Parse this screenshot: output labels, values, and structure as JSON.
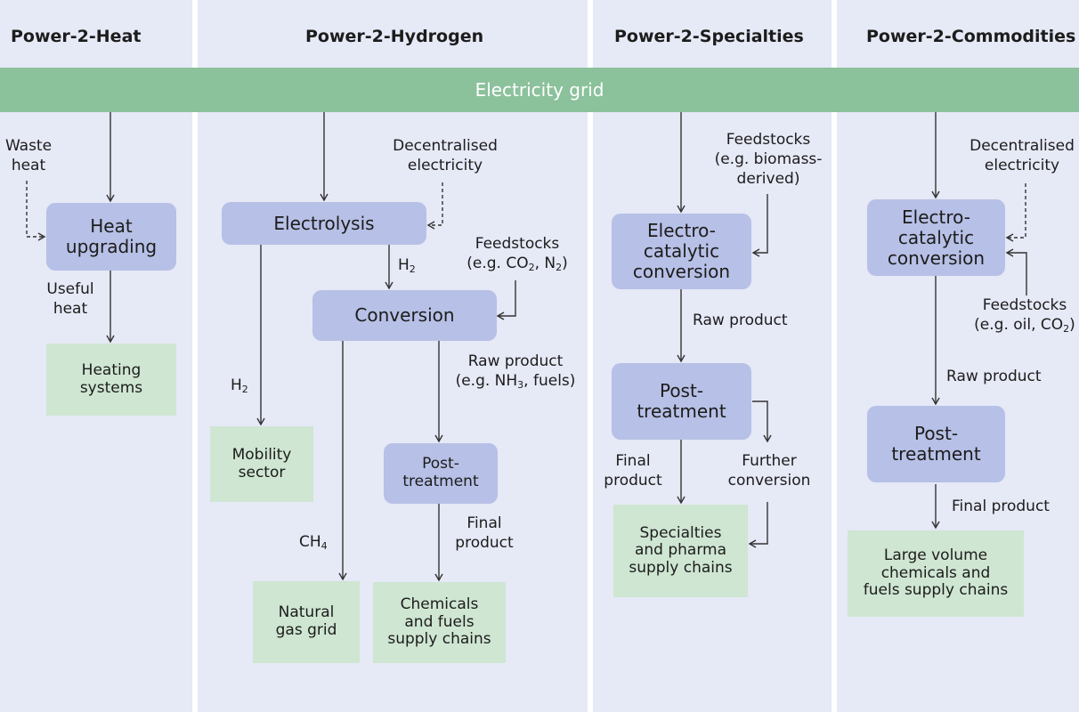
{
  "columns": {
    "heat": "Power-2-Heat",
    "hydrogen": "Power-2-Hydrogen",
    "specialties": "Power-2-Specialties",
    "commodities": "Power-2-Commodities"
  },
  "grid": "Electricity grid",
  "heat": {
    "waste_heat_1": "Waste",
    "waste_heat_2": "heat",
    "process_1": "Heat",
    "process_2": "upgrading",
    "useful_heat_1": "Useful",
    "useful_heat_2": "heat",
    "output_1": "Heating",
    "output_2": "systems"
  },
  "hydrogen": {
    "decentral_1": "Decentralised",
    "decentral_2": "electricity",
    "electrolysis": "Electrolysis",
    "h2_label": "H",
    "h2_sub": "2",
    "feed_1": "Feedstocks",
    "feed_2a": "(e.g. CO",
    "feed_2b": "2",
    "feed_2c": ", N",
    "feed_2d": "2",
    "feed_2e": ")",
    "conversion": "Conversion",
    "h2_side_label": "H",
    "h2_side_sub": "2",
    "raw_1": "Raw product",
    "raw_2a": "(e.g. NH",
    "raw_2b": "3",
    "raw_2c": ", fuels)",
    "mobility_1": "Mobility",
    "mobility_2": "sector",
    "post_1": "Post-",
    "post_2": "treatment",
    "ch4_label": "CH",
    "ch4_sub": "4",
    "final_1": "Final",
    "final_2": "product",
    "gas_1": "Natural",
    "gas_2": "gas grid",
    "chem_1": "Chemicals",
    "chem_2": "and fuels",
    "chem_3": "supply chains"
  },
  "specialties": {
    "feed_1": "Feedstocks",
    "feed_2": "(e.g. biomass-",
    "feed_3": "derived)",
    "process_1": "Electro-",
    "process_2": "catalytic",
    "process_3": "conversion",
    "raw": "Raw product",
    "post_1": "Post-",
    "post_2": "treatment",
    "final_1": "Final",
    "final_2": "product",
    "further_1": "Further",
    "further_2": "conversion",
    "output_1": "Specialties",
    "output_2": "and pharma",
    "output_3": "supply chains"
  },
  "commodities": {
    "decentral_1": "Decentralised",
    "decentral_2": "electricity",
    "process_1": "Electro-",
    "process_2": "catalytic",
    "process_3": "conversion",
    "feed_1": "Feedstocks",
    "feed_2a": "(e.g. oil, CO",
    "feed_2b": "2",
    "feed_2c": ")",
    "raw": "Raw product",
    "post_1": "Post-",
    "post_2": "treatment",
    "final": "Final product",
    "output_1": "Large volume",
    "output_2": "chemicals and",
    "output_3": "fuels supply chains"
  },
  "colors": {
    "column_bg": "#e6e9f6",
    "grid_bar": "#8bc19b",
    "process_box": "#b7c0e6",
    "output_box": "#cfe6d2",
    "line": "#333333"
  }
}
